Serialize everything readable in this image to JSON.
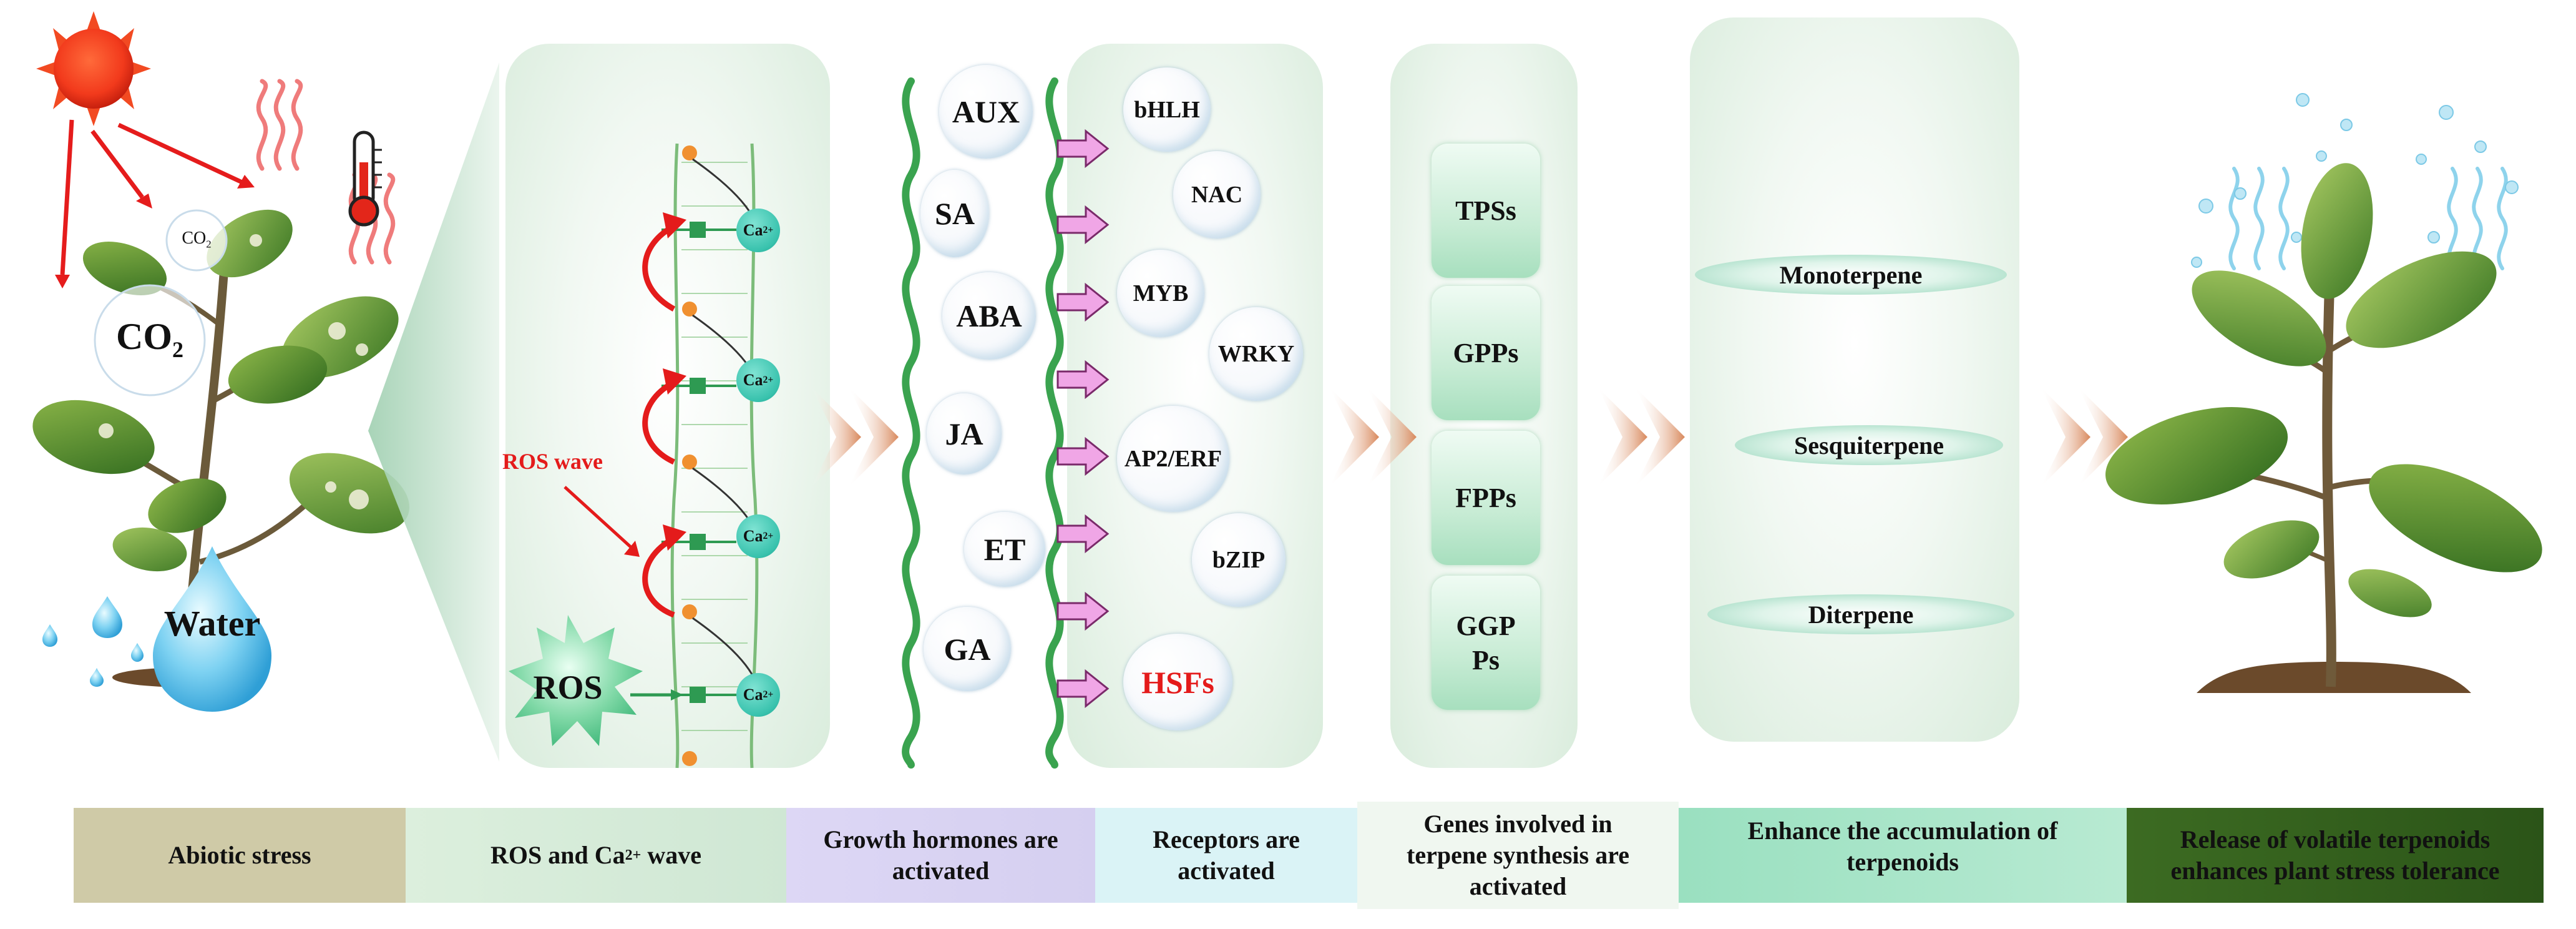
{
  "stage1": {
    "co2_small": "CO",
    "co2_small_sub": "2",
    "co2_big": "CO",
    "co2_big_sub": "2",
    "water": "Water"
  },
  "stage2": {
    "ca_label": "Ca",
    "ca_sup": "2+",
    "ros_wave": "ROS wave",
    "ros": "ROS"
  },
  "hormones": [
    "AUX",
    "SA",
    "ABA",
    "JA",
    "ET",
    "GA"
  ],
  "transcription_factors": [
    "bHLH",
    "NAC",
    "MYB",
    "WRKY",
    "AP2/ERF",
    "bZIP",
    "HSFs"
  ],
  "genes": [
    "TPSs",
    "GPPs",
    "FPPs",
    "GGP Ps"
  ],
  "terpenes": [
    "Monoterpene",
    "Sesquiterpene",
    "Diterpene"
  ],
  "bands": [
    {
      "label": "Abiotic stress",
      "color": "#cfcaa7"
    },
    {
      "label_main": "ROS and Ca",
      "label_sup": "2+",
      "label_end": " wave",
      "color": "#d8ecd9"
    },
    {
      "label": "Growth hormones are activated",
      "color": "#d9d3f2"
    },
    {
      "label": "Receptors are activated",
      "color": "#d9f3f6"
    },
    {
      "label": "Genes involved in terpene synthesis are activated",
      "color": "#eef6ee"
    },
    {
      "label": "Enhance the accumulation of terpenoids",
      "color": "#93dcbb"
    },
    {
      "label": "Release of volatile terpenoids enhances plant stress tolerance",
      "color": "#2f5d1c"
    }
  ],
  "colors": {
    "hsf_red": "#e41b1b",
    "ros_green": "#4ac08a",
    "arrow_pink": "#f0a6e6",
    "chevron": "#d8916a",
    "dna_green": "#3aa34f"
  }
}
